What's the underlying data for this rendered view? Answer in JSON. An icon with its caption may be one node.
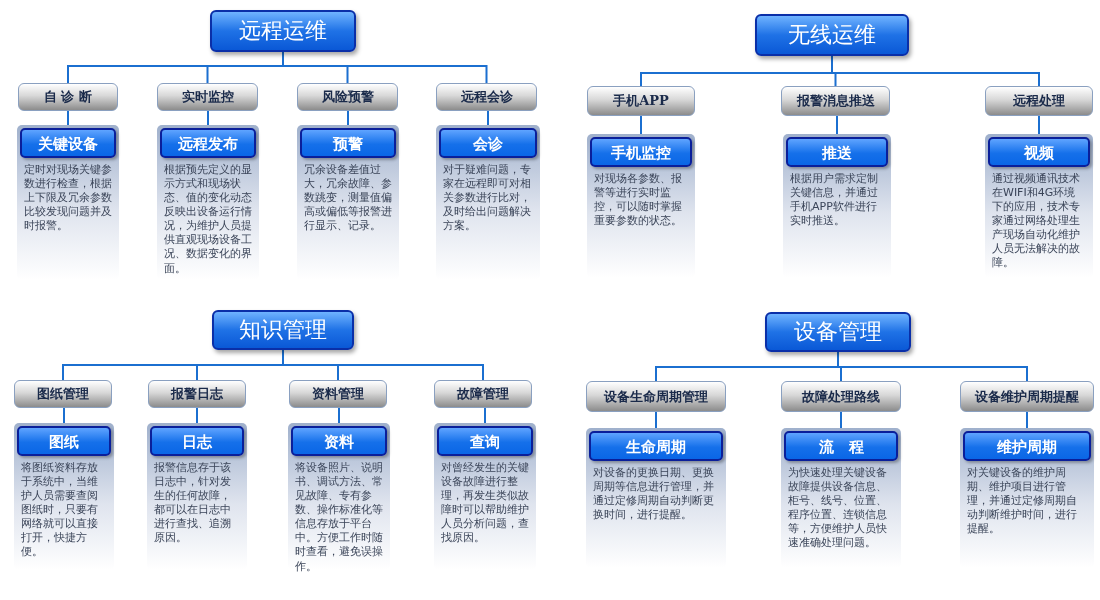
{
  "diagram": {
    "nodes": [
      {
        "text": [
          "远程运维"
        ]
      },
      {
        "text": [
          "自 诊 断"
        ]
      },
      {
        "text": [
          "实时监控"
        ]
      },
      {
        "text": [
          "风险预警"
        ]
      },
      {
        "text": [
          "远程会诊"
        ]
      },
      {
        "text": [
          "关键设备",
          "定时对现场关键参数进行检查，根据上下限及冗余参数比较发现问题并及时报警。"
        ]
      },
      {
        "text": [
          "远程发布",
          "根据预先定义的显示方式和现场状态、值的变化动态反映出设备运行情况，为维护人员提供直观现场设备工况、数据变化的界面。"
        ]
      },
      {
        "text": [
          "预警",
          "冗余设备差值过大，冗余故障、参数跳变，测量值偏高或偏低等报警进行显示、记录。"
        ]
      },
      {
        "text": [
          "会诊",
          "对于疑难问题，专家在远程即可对相关参数进行比对，及时给出问题解决方案。"
        ]
      },
      {
        "text": [
          "无线运维"
        ]
      },
      {
        "text": [
          "手机APP"
        ]
      },
      {
        "text": [
          "报警消息推送"
        ]
      },
      {
        "text": [
          "远程处理"
        ]
      },
      {
        "text": [
          "手机监控",
          "对现场各参数、报警等进行实时监控，可以随时掌握重要参数的状态。"
        ]
      },
      {
        "text": [
          "推送",
          "根据用户需求定制关键信息，并通过手机APP软件进行实时推送。"
        ]
      },
      {
        "text": [
          "视频",
          "通过视频通讯技术在WIFI和4G环境下的应用，技术专家通过网络处理生产现场自动化维护人员无法解决的故障。"
        ]
      },
      {
        "text": [
          "知识管理"
        ]
      },
      {
        "text": [
          "图纸管理"
        ]
      },
      {
        "text": [
          "报警日志"
        ]
      },
      {
        "text": [
          "资料管理"
        ]
      },
      {
        "text": [
          "故障管理"
        ]
      },
      {
        "text": [
          "图纸",
          "将图纸资料存放于系统中，当维护人员需要查阅图纸时，只要有网络就可以直接打开，快捷方便。"
        ]
      },
      {
        "text": [
          "日志",
          "报警信息存于该日志中，针对发生的任何故障，都可以在日志中进行查找、追溯原因。"
        ]
      },
      {
        "text": [
          "资料",
          "将设备照片、说明书、调试方法、常见故障、专有参数、操作标准化等信息存放于平台中。方便工作时随时查看，避免误操作。"
        ]
      },
      {
        "text": [
          "查询",
          "对曾经发生的关键设备故障进行整理，再发生类似故障时可以帮助维护人员分析问题，查找原因。"
        ]
      },
      {
        "text": [
          "设备管理"
        ]
      },
      {
        "text": [
          "设备生命周期管理"
        ]
      },
      {
        "text": [
          "故障处理路线"
        ]
      },
      {
        "text": [
          "设备维护周期提醒"
        ]
      },
      {
        "text": [
          "生命周期",
          "对设备的更换日期、更换周期等信息进行管理，并通过定修周期自动判断更换时间，进行提醒。"
        ]
      },
      {
        "text": [
          "流　程",
          "为快速处理关键设备故障提供设备信息、柜号、线号、位置、程序位置、连锁信息等，方便维护人员快速准确处理问题。"
        ]
      },
      {
        "text": [
          "维护周期",
          "对关键设备的维护周期、维护项目进行管理，并通过定修周期自动判断维护时间，进行提醒。"
        ]
      }
    ],
    "edges": [
      {
        "from": 0,
        "to": 1,
        "arrow": "none"
      },
      {
        "from": 0,
        "to": 2,
        "arrow": "none"
      },
      {
        "from": 0,
        "to": 3,
        "arrow": "none"
      },
      {
        "from": 0,
        "to": 4,
        "arrow": "none"
      },
      {
        "from": 1,
        "to": 5,
        "arrow": "none"
      },
      {
        "from": 2,
        "to": 6,
        "arrow": "none"
      },
      {
        "from": 3,
        "to": 7,
        "arrow": "none"
      },
      {
        "from": 4,
        "to": 8,
        "arrow": "none"
      },
      {
        "from": 9,
        "to": 10,
        "arrow": "none"
      },
      {
        "from": 9,
        "to": 11,
        "arrow": "none"
      },
      {
        "from": 9,
        "to": 12,
        "arrow": "none"
      },
      {
        "from": 10,
        "to": 13,
        "arrow": "none"
      },
      {
        "from": 11,
        "to": 14,
        "arrow": "none"
      },
      {
        "from": 12,
        "to": 15,
        "arrow": "none"
      },
      {
        "from": 16,
        "to": 17,
        "arrow": "none"
      },
      {
        "from": 16,
        "to": 18,
        "arrow": "none"
      },
      {
        "from": 16,
        "to": 19,
        "arrow": "none"
      },
      {
        "from": 16,
        "to": 20,
        "arrow": "none"
      },
      {
        "from": 17,
        "to": 21,
        "arrow": "none"
      },
      {
        "from": 18,
        "to": 22,
        "arrow": "none"
      },
      {
        "from": 19,
        "to": 23,
        "arrow": "none"
      },
      {
        "from": 20,
        "to": 24,
        "arrow": "none"
      },
      {
        "from": 25,
        "to": 26,
        "arrow": "none"
      },
      {
        "from": 25,
        "to": 27,
        "arrow": "none"
      },
      {
        "from": 25,
        "to": 28,
        "arrow": "none"
      },
      {
        "from": 26,
        "to": 29,
        "arrow": "none"
      },
      {
        "from": 27,
        "to": 30,
        "arrow": "none"
      },
      {
        "from": 28,
        "to": 31,
        "arrow": "none"
      }
    ]
  }
}
